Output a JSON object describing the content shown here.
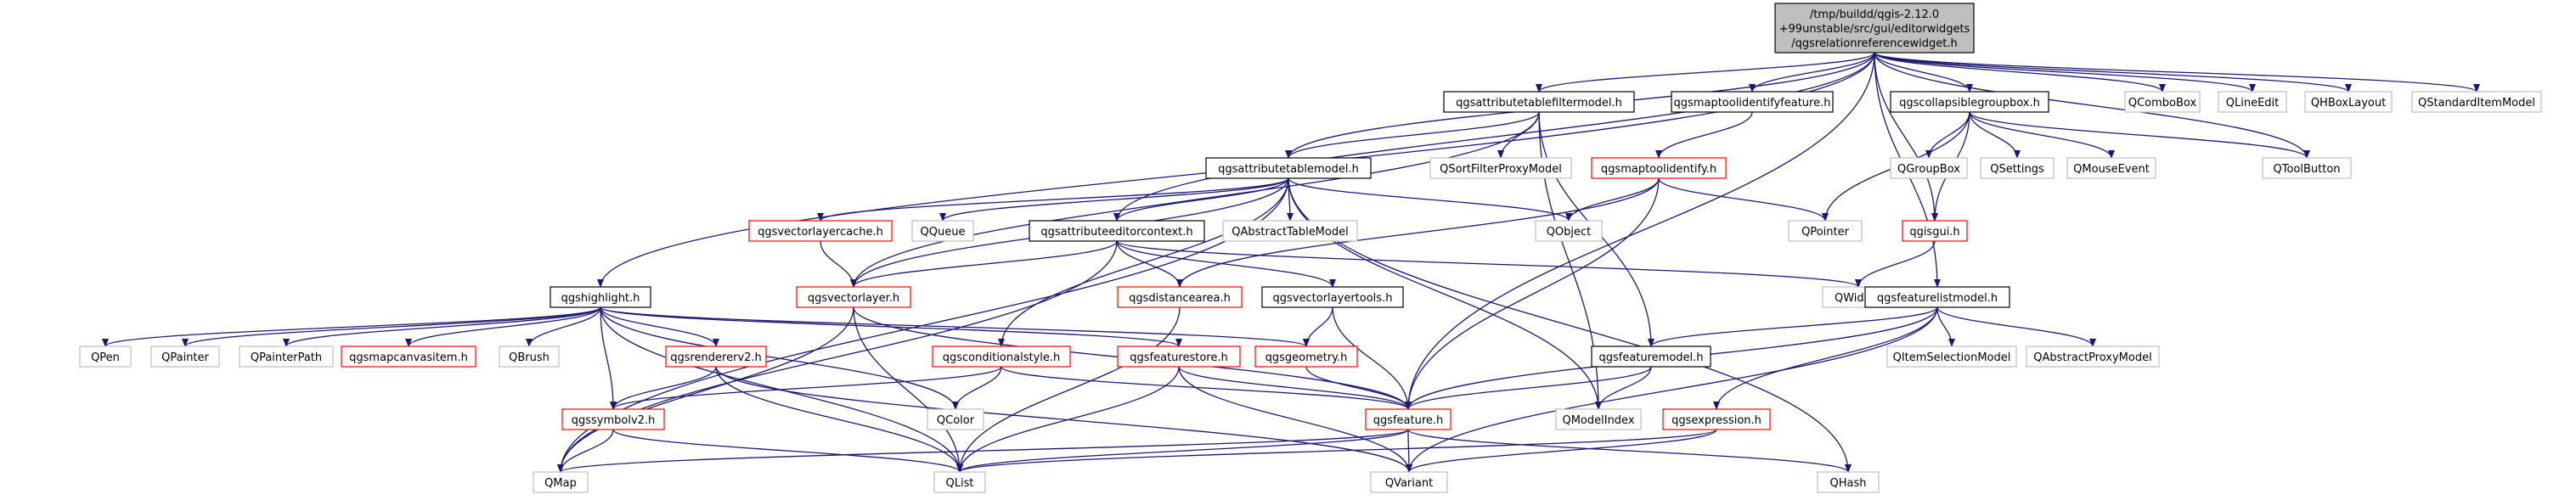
{
  "diagram": {
    "title_lines": [
      "/tmp/buildd/qgis-2.12.0",
      "+99unstable/src/gui/editorwidgets",
      "/qgsrelationreferencewidget.h"
    ],
    "colors": {
      "edge": "#191970",
      "root_fill": "#bfbfbf",
      "red_border": "#ff0000",
      "grey_border": "#bfbfbf",
      "black_border": "#000000"
    },
    "nodes": [
      {
        "id": "root",
        "label": "",
        "style": "root"
      },
      {
        "id": "attrtablefilter",
        "label": "qgsattributetablefiltermodel.h",
        "style": "black"
      },
      {
        "id": "maptoolidentfeat",
        "label": "qgsmaptoolidentifyfeature.h",
        "style": "black"
      },
      {
        "id": "collapsible",
        "label": "qgscollapsiblegroupbox.h",
        "style": "black"
      },
      {
        "id": "qcombobox",
        "label": "QComboBox",
        "style": "grey"
      },
      {
        "id": "qlineedit",
        "label": "QLineEdit",
        "style": "grey"
      },
      {
        "id": "qhboxlayout",
        "label": "QHBoxLayout",
        "style": "grey"
      },
      {
        "id": "qstditemmodel",
        "label": "QStandardItemModel",
        "style": "grey"
      },
      {
        "id": "attrtablemodel",
        "label": "qgsattributetablemodel.h",
        "style": "black"
      },
      {
        "id": "qsortfilterproxy",
        "label": "QSortFilterProxyModel",
        "style": "grey"
      },
      {
        "id": "maptoolident",
        "label": "qgsmaptoolidentify.h",
        "style": "red"
      },
      {
        "id": "qgroupbox",
        "label": "QGroupBox",
        "style": "grey"
      },
      {
        "id": "qsettings",
        "label": "QSettings",
        "style": "grey"
      },
      {
        "id": "qmouseevent",
        "label": "QMouseEvent",
        "style": "grey"
      },
      {
        "id": "qtoolbutton",
        "label": "QToolButton",
        "style": "grey"
      },
      {
        "id": "vlayercache",
        "label": "qgsvectorlayercache.h",
        "style": "red"
      },
      {
        "id": "qqueue",
        "label": "QQueue",
        "style": "grey"
      },
      {
        "id": "qabstracttable",
        "label": "QAbstractTableModel",
        "style": "grey"
      },
      {
        "id": "qobject",
        "label": "QObject",
        "style": "grey"
      },
      {
        "id": "qpointer",
        "label": "QPointer",
        "style": "grey"
      },
      {
        "id": "qgisgui",
        "label": "qgisgui.h",
        "style": "red"
      },
      {
        "id": "attreditctx",
        "label": "qgsattributeeditorcontext.h",
        "style": "black"
      },
      {
        "id": "qwidget",
        "label": "QWidget",
        "style": "grey"
      },
      {
        "id": "highlight",
        "label": "qgshighlight.h",
        "style": "black"
      },
      {
        "id": "vectorlayer",
        "label": "qgsvectorlayer.h",
        "style": "red"
      },
      {
        "id": "distancearea",
        "label": "qgsdistancearea.h",
        "style": "red"
      },
      {
        "id": "vlayertools",
        "label": "qgsvectorlayertools.h",
        "style": "black"
      },
      {
        "id": "featlistmodel",
        "label": "qgsfeaturelistmodel.h",
        "style": "black"
      },
      {
        "id": "qpen",
        "label": "QPen",
        "style": "grey"
      },
      {
        "id": "qpainter",
        "label": "QPainter",
        "style": "grey"
      },
      {
        "id": "qpainterpath",
        "label": "QPainterPath",
        "style": "grey"
      },
      {
        "id": "mapcanvasitem",
        "label": "qgsmapcanvasitem.h",
        "style": "red"
      },
      {
        "id": "qbrush",
        "label": "QBrush",
        "style": "grey"
      },
      {
        "id": "rendererv2",
        "label": "qgsrendererv2.h",
        "style": "red"
      },
      {
        "id": "condstyle",
        "label": "qgsconditionalstyle.h",
        "style": "red"
      },
      {
        "id": "featstore",
        "label": "qgsfeaturestore.h",
        "style": "red"
      },
      {
        "id": "geometry",
        "label": "qgsgeometry.h",
        "style": "red"
      },
      {
        "id": "featmodel",
        "label": "qgsfeaturemodel.h",
        "style": "black"
      },
      {
        "id": "qitemselmodel",
        "label": "QItemSelectionModel",
        "style": "grey"
      },
      {
        "id": "qabsproxy",
        "label": "QAbstractProxyModel",
        "style": "grey"
      },
      {
        "id": "symbolv2",
        "label": "qgssymbolv2.h",
        "style": "red"
      },
      {
        "id": "qcolor",
        "label": "QColor",
        "style": "grey"
      },
      {
        "id": "feature",
        "label": "qgsfeature.h",
        "style": "red"
      },
      {
        "id": "qmodelindex",
        "label": "QModelIndex",
        "style": "grey"
      },
      {
        "id": "expression",
        "label": "qgsexpression.h",
        "style": "red"
      },
      {
        "id": "qmap",
        "label": "QMap",
        "style": "grey"
      },
      {
        "id": "qlist",
        "label": "QList",
        "style": "grey"
      },
      {
        "id": "qvariant",
        "label": "QVariant",
        "style": "grey"
      },
      {
        "id": "qhash",
        "label": "QHash",
        "style": "grey"
      }
    ],
    "edges": [
      [
        "root",
        "attrtablefilter"
      ],
      [
        "root",
        "maptoolidentfeat"
      ],
      [
        "root",
        "collapsible"
      ],
      [
        "root",
        "qcombobox"
      ],
      [
        "root",
        "qlineedit"
      ],
      [
        "root",
        "qhboxlayout"
      ],
      [
        "root",
        "qstditemmodel"
      ],
      [
        "root",
        "attrtablemodel"
      ],
      [
        "root",
        "attreditctx"
      ],
      [
        "root",
        "highlight"
      ],
      [
        "root",
        "feature"
      ],
      [
        "root",
        "qgisgui"
      ],
      [
        "root",
        "featlistmodel"
      ],
      [
        "root",
        "qtoolbutton"
      ],
      [
        "attrtablefilter",
        "attrtablemodel"
      ],
      [
        "attrtablefilter",
        "qsortfilterproxy"
      ],
      [
        "attrtablefilter",
        "vectorlayer"
      ],
      [
        "attrtablefilter",
        "featmodel"
      ],
      [
        "attrtablefilter",
        "qmodelindex"
      ],
      [
        "maptoolidentfeat",
        "maptoolident"
      ],
      [
        "collapsible",
        "qgroupbox"
      ],
      [
        "collapsible",
        "qsettings"
      ],
      [
        "collapsible",
        "qmouseevent"
      ],
      [
        "collapsible",
        "qtoolbutton"
      ],
      [
        "collapsible",
        "qpointer"
      ],
      [
        "collapsible",
        "qgisgui"
      ],
      [
        "maptoolident",
        "qobject"
      ],
      [
        "maptoolident",
        "qpointer"
      ],
      [
        "maptoolident",
        "distancearea"
      ],
      [
        "maptoolident",
        "feature"
      ],
      [
        "attrtablemodel",
        "vlayercache"
      ],
      [
        "attrtablemodel",
        "qqueue"
      ],
      [
        "attrtablemodel",
        "qabstracttable"
      ],
      [
        "attrtablemodel",
        "qobject"
      ],
      [
        "attrtablemodel",
        "attreditctx"
      ],
      [
        "attrtablemodel",
        "vectorlayer"
      ],
      [
        "attrtablemodel",
        "condstyle"
      ],
      [
        "attrtablemodel",
        "qmodelindex"
      ],
      [
        "attrtablemodel",
        "qhash"
      ],
      [
        "attrtablemodel",
        "qmap"
      ],
      [
        "vlayercache",
        "vectorlayer"
      ],
      [
        "qgisgui",
        "qwidget"
      ],
      [
        "attreditctx",
        "vectorlayer"
      ],
      [
        "attreditctx",
        "distancearea"
      ],
      [
        "attreditctx",
        "vlayertools"
      ],
      [
        "attreditctx",
        "qwidget"
      ],
      [
        "attreditctx",
        "qmap"
      ],
      [
        "highlight",
        "qpen"
      ],
      [
        "highlight",
        "qpainter"
      ],
      [
        "highlight",
        "qpainterpath"
      ],
      [
        "highlight",
        "mapcanvasitem"
      ],
      [
        "highlight",
        "qbrush"
      ],
      [
        "highlight",
        "rendererv2"
      ],
      [
        "highlight",
        "symbolv2"
      ],
      [
        "highlight",
        "featstore"
      ],
      [
        "highlight",
        "geometry"
      ],
      [
        "highlight",
        "qcolor"
      ],
      [
        "highlight",
        "qlist"
      ],
      [
        "vectorlayer",
        "feature"
      ],
      [
        "vectorlayer",
        "qmap"
      ],
      [
        "vectorlayer",
        "qlist"
      ],
      [
        "distancearea",
        "qlist"
      ],
      [
        "vlayertools",
        "geometry"
      ],
      [
        "vlayertools",
        "feature"
      ],
      [
        "featlistmodel",
        "featmodel"
      ],
      [
        "featlistmodel",
        "qitemselmodel"
      ],
      [
        "featlistmodel",
        "qabsproxy"
      ],
      [
        "featlistmodel",
        "expression"
      ],
      [
        "featlistmodel",
        "feature"
      ],
      [
        "featlistmodel",
        "qvariant"
      ],
      [
        "rendererv2",
        "symbolv2"
      ],
      [
        "rendererv2",
        "qlist"
      ],
      [
        "rendererv2",
        "qvariant"
      ],
      [
        "condstyle",
        "symbolv2"
      ],
      [
        "condstyle",
        "qcolor"
      ],
      [
        "condstyle",
        "feature"
      ],
      [
        "featstore",
        "feature"
      ],
      [
        "featstore",
        "qlist"
      ],
      [
        "featstore",
        "qvariant"
      ],
      [
        "geometry",
        "feature"
      ],
      [
        "featmodel",
        "feature"
      ],
      [
        "featmodel",
        "qmodelindex"
      ],
      [
        "symbolv2",
        "qmap"
      ],
      [
        "symbolv2",
        "qlist"
      ],
      [
        "feature",
        "qmap"
      ],
      [
        "feature",
        "qlist"
      ],
      [
        "feature",
        "qvariant"
      ],
      [
        "feature",
        "qhash"
      ],
      [
        "expression",
        "qlist"
      ],
      [
        "expression",
        "qvariant"
      ]
    ]
  }
}
